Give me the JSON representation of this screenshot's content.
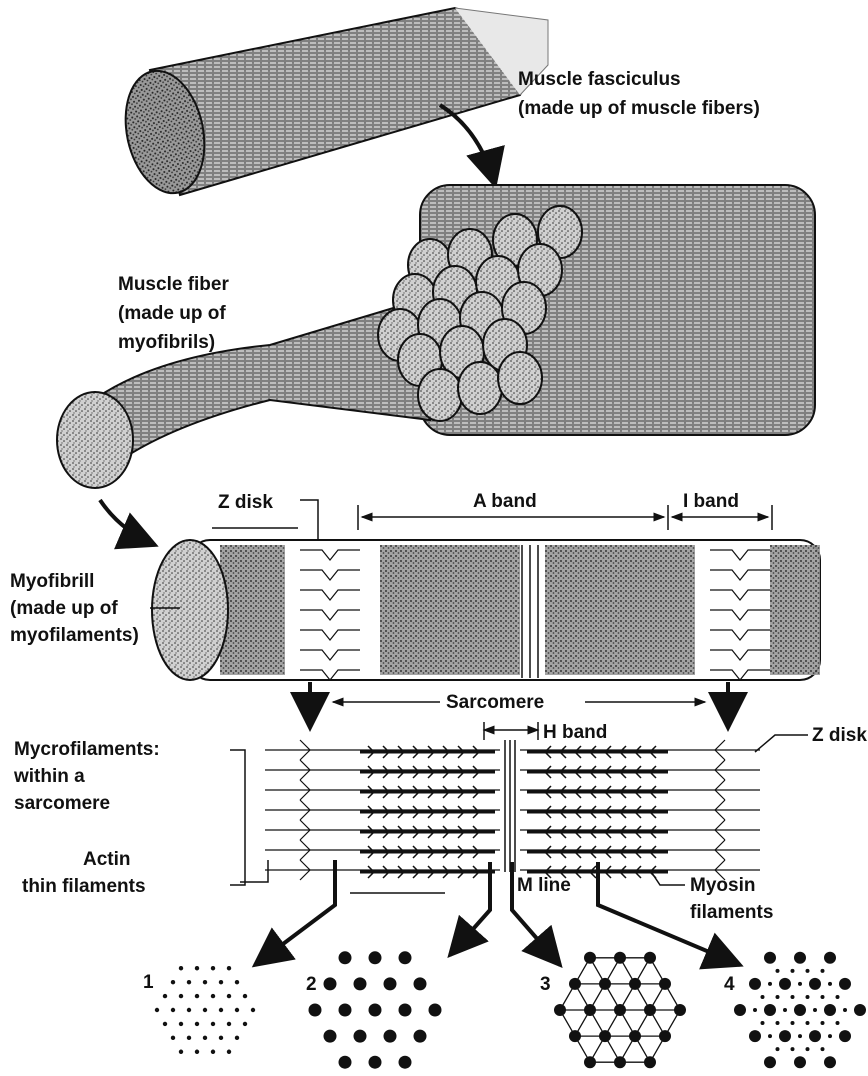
{
  "labels": {
    "fasciculus_1": "Muscle fasciculus",
    "fasciculus_2": "(made up of muscle fibers)",
    "fiber_1": "Muscle fiber",
    "fiber_2": "(made up of",
    "fiber_3": "myofibrils)",
    "z_disk_top": "Z disk",
    "a_band": "A band",
    "i_band": "I band",
    "myofibrill_1": "Myofibrill",
    "myofibrill_2": "(made up of",
    "myofibrill_3": "myofilaments)",
    "sarcomere": "Sarcomere",
    "h_band": "H band",
    "z_disk_right": "Z disk",
    "microfilaments_1": "Mycrofilaments:",
    "microfilaments_2": "within a",
    "microfilaments_3": "sarcomere",
    "actin_1": "Actin",
    "actin_2": "thin filaments",
    "m_line": "M line",
    "myosin_1": "Myosin",
    "myosin_2": "filaments",
    "section_1": "1",
    "section_2": "2",
    "section_3": "3",
    "section_4": "4"
  },
  "colors": {
    "ink": "#111111",
    "stipple": "#8a8a8a",
    "dark_stipple": "#5a5a5a",
    "background": "#ffffff"
  }
}
